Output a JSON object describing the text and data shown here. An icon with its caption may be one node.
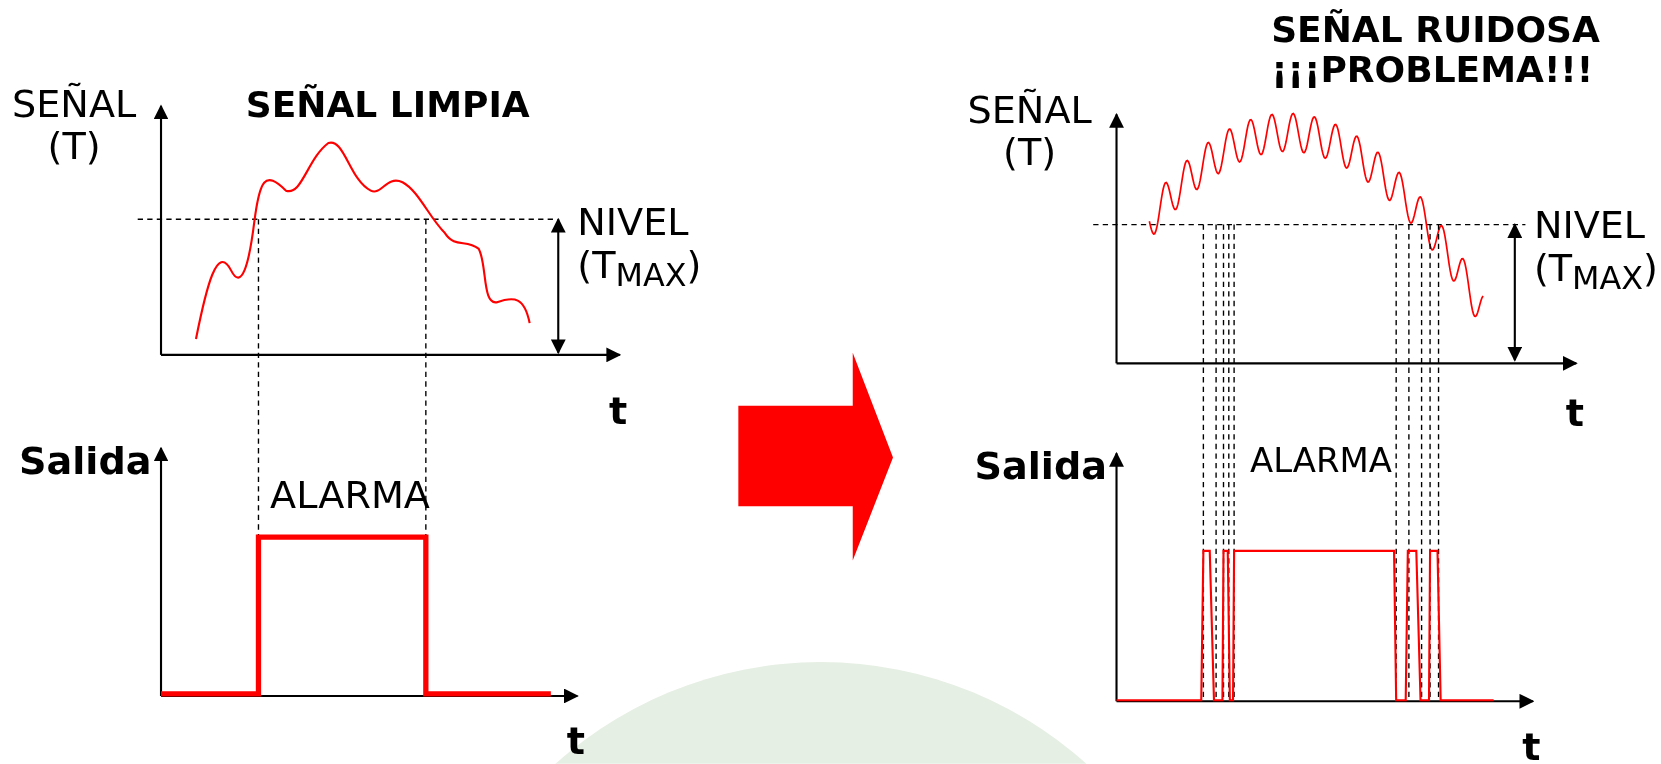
{
  "diagram": {
    "labels": [
      "SEÑAL (T)",
      "SEÑAL LIMPIA",
      "NIVEL (T$_{MAX}$)",
      "t",
      "Salida",
      "ALARMA",
      "t",
      "SEÑAL RUIDOSA ¡¡¡PROBLEMA!!!",
      "SEÑAL (T)",
      "NIVEL (T$_{MAX}$)",
      "t",
      "Salida",
      "ALARMA",
      "t"
    ]
  }
}
